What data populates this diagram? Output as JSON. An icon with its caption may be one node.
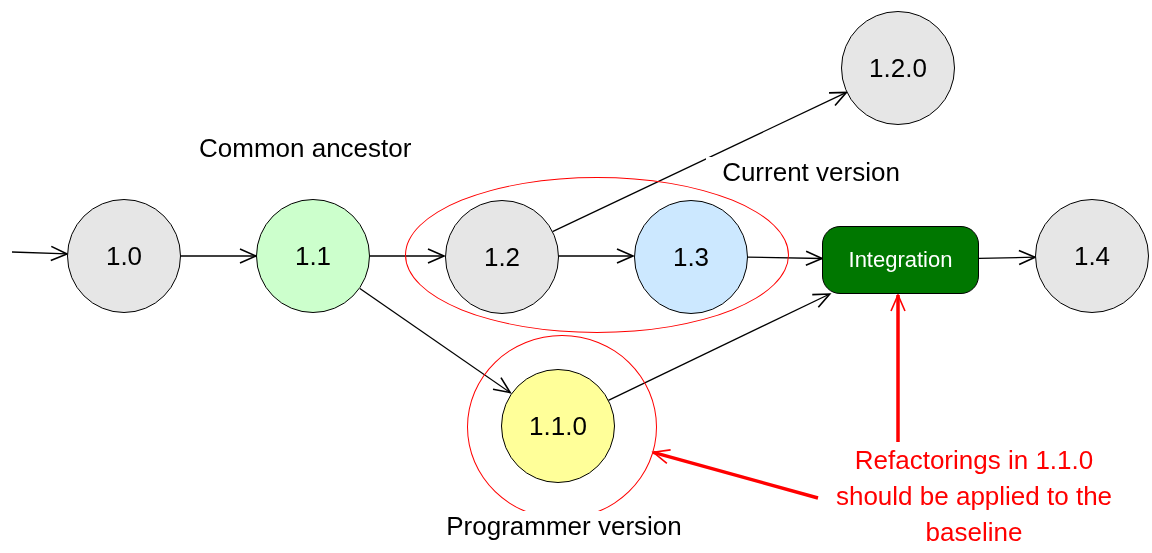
{
  "diagram": {
    "nodes": [
      {
        "text": [
          "1.0"
        ]
      },
      {
        "text": [
          "1.1"
        ],
        "beside": [
          "Common ancestor"
        ]
      },
      {
        "text": [
          "Current version"
        ]
      },
      {
        "text": [
          "1.2"
        ],
        "in": 2
      },
      {
        "text": [
          "1.3"
        ],
        "in": 2
      },
      {
        "text": [
          "1.2.0"
        ]
      },
      {
        "text": [
          "Integration"
        ]
      },
      {
        "text": [
          "1.4"
        ]
      },
      {
        "text": [
          "Programmer version"
        ]
      },
      {
        "text": [
          "1.1.0"
        ],
        "in": 8
      },
      {
        "text": [
          "Refactorings in 1.1.0 should be applied to the baseline"
        ]
      }
    ],
    "edges": [
      {
        "from": null,
        "to": 0,
        "arrow": "to"
      },
      {
        "from": 0,
        "to": 1,
        "arrow": "to"
      },
      {
        "from": 1,
        "to": 3,
        "arrow": "to"
      },
      {
        "from": 1,
        "to": 9,
        "arrow": "to"
      },
      {
        "from": 3,
        "to": 4,
        "arrow": "to"
      },
      {
        "from": 3,
        "to": 5,
        "arrow": "to"
      },
      {
        "from": 4,
        "to": 6,
        "arrow": "to"
      },
      {
        "from": 9,
        "to": 6,
        "arrow": "to"
      },
      {
        "from": 6,
        "to": 7,
        "arrow": "to"
      },
      {
        "from": 10,
        "to": 6,
        "arrow": "to",
        "style": "thick",
        "color": "#ff0000"
      },
      {
        "from": 10,
        "to": 8,
        "arrow": "to",
        "style": "thick",
        "color": "#ff0000"
      }
    ]
  }
}
